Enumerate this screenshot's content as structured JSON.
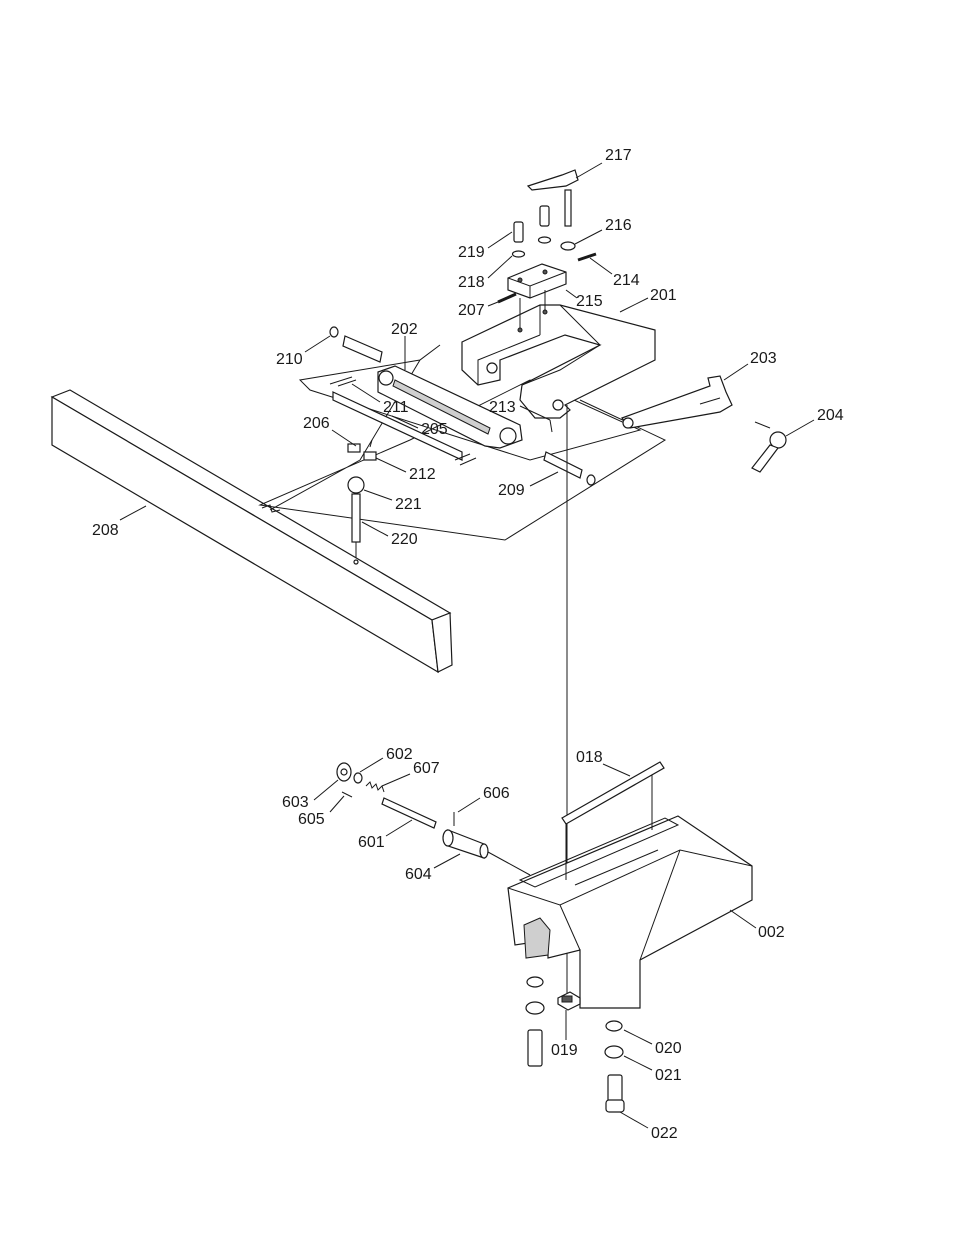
{
  "labels": {
    "p217": "217",
    "p216": "216",
    "p219": "219",
    "p218": "218",
    "p214": "214",
    "p207": "207",
    "p215": "215",
    "p201": "201",
    "p202": "202",
    "p210": "210",
    "p203": "203",
    "p211": "211",
    "p213": "213",
    "p204": "204",
    "p206": "206",
    "p205": "205",
    "p212": "212",
    "p209": "209",
    "p221": "221",
    "p208": "208",
    "p220": "220",
    "p602": "602",
    "p607": "607",
    "p018": "018",
    "p603": "603",
    "p606": "606",
    "p605": "605",
    "p601": "601",
    "p604": "604",
    "p002": "002",
    "p020": "020",
    "p019": "019",
    "p021": "021",
    "p022": "022"
  }
}
